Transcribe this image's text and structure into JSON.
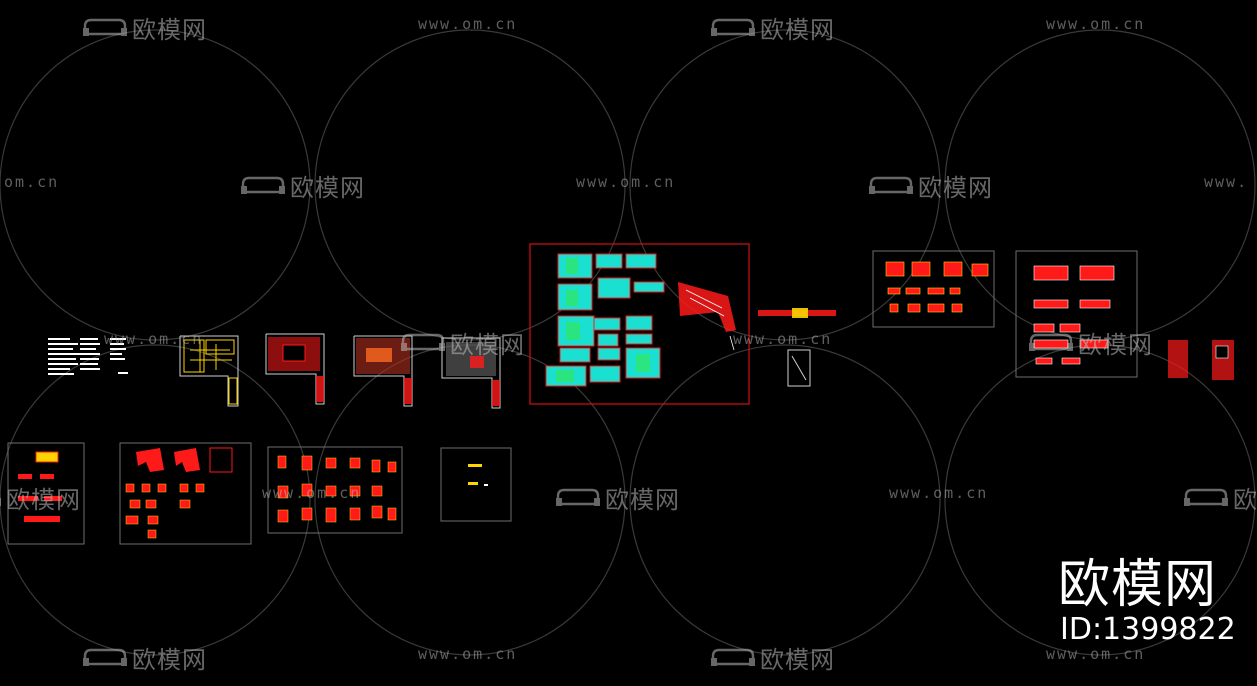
{
  "watermark": {
    "logo_text": "欧模网",
    "url_text": "www.om.cn",
    "url_text_left_cut": "om.cn",
    "url_text_right_cut": "www."
  },
  "branding": {
    "title": "欧模网",
    "id_label": "ID:1399822"
  },
  "colors": {
    "background": "#000000",
    "frame_outline": "#6e6e6e",
    "frame_highlight": "#d01010",
    "cad_red": "#ff1a1a",
    "cad_yellow": "#ffd400",
    "cad_cyan": "#19e0d0",
    "cad_green": "#2ee66b",
    "cad_white": "#ffffff",
    "watermark": "#bcbcbc"
  },
  "icons": [
    "sofa-logo-icon"
  ]
}
